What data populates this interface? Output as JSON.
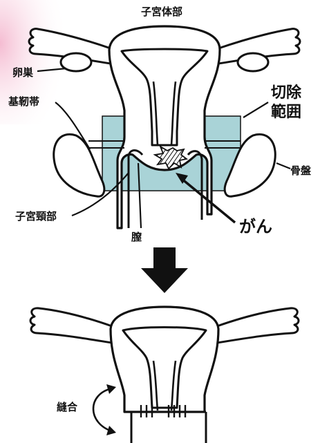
{
  "labels": {
    "uterus_body": "子宮体部",
    "ovary": "卵巣",
    "ligament": "基靭帯",
    "resection_line1": "切除",
    "resection_line2": "範囲",
    "pelvis": "骨盤",
    "cervix": "子宮頸部",
    "vagina": "膣",
    "cancer": "がん",
    "suture": "縫合"
  },
  "colors": {
    "resection_area": "#a9d3d7",
    "pink_corner": "#f4b8cf",
    "stroke": "#111111"
  },
  "icons": {
    "arrow": "down-arrow-icon"
  }
}
